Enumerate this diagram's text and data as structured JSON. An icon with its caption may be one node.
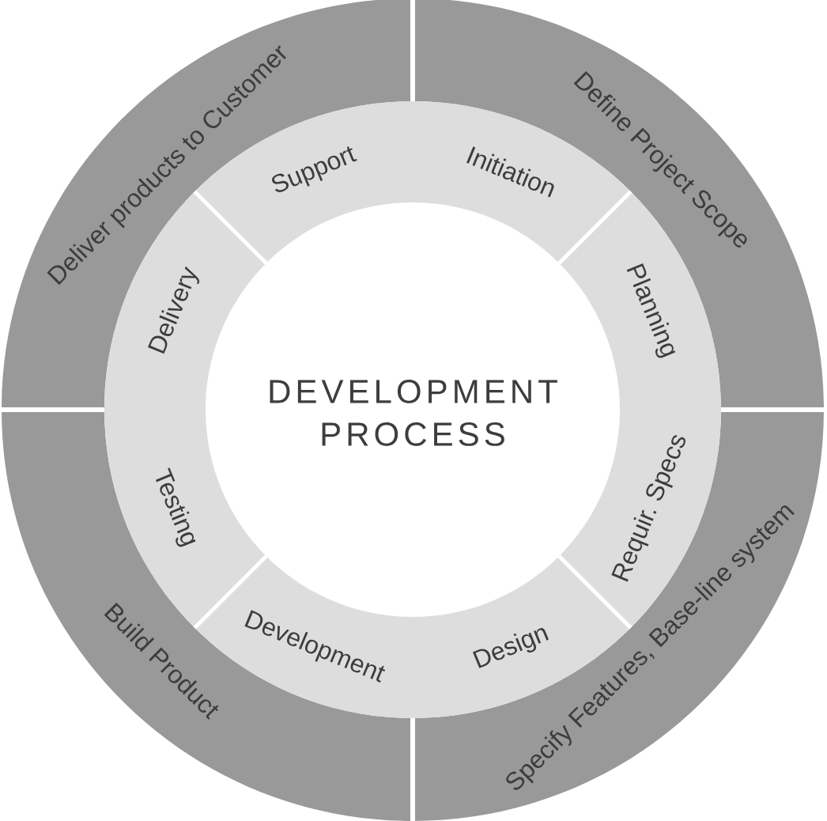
{
  "diagram": {
    "title": "DEVELOPMENT PROCESS",
    "nodes": [
      {
        "text": [
          "Define Project Scope"
        ]
      },
      {
        "text": [
          "Specify Features, Base-line system"
        ]
      },
      {
        "text": [
          "Build Product"
        ]
      },
      {
        "text": [
          "Deliver products to Customer"
        ]
      },
      {
        "text": [
          "Initiation"
        ]
      },
      {
        "text": [
          "Planning"
        ]
      },
      {
        "text": [
          "Requir. Specs"
        ]
      },
      {
        "text": [
          "Design"
        ]
      },
      {
        "text": [
          "Development"
        ]
      },
      {
        "text": [
          "Testing"
        ]
      },
      {
        "text": [
          "Delivery"
        ]
      },
      {
        "text": [
          "Support"
        ]
      }
    ]
  }
}
